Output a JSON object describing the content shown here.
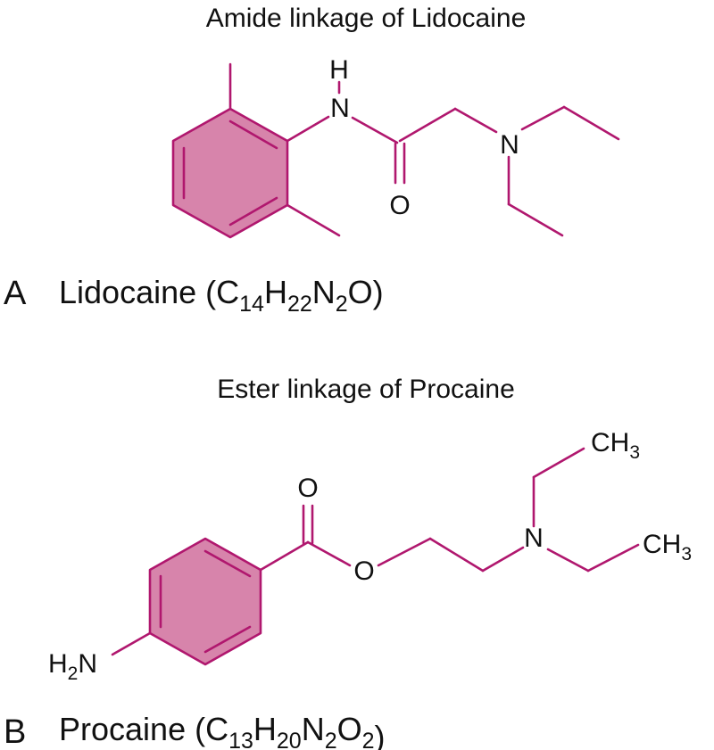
{
  "colors": {
    "bond": "#b0176e",
    "ring_fill": "#d784ab",
    "text": "#111111"
  },
  "panel_a": {
    "heading": "Amide linkage of Lidocaine",
    "letter": "A",
    "name": "Lidocaine (",
    "formula": [
      {
        "t": "C",
        "sub": false
      },
      {
        "t": "14",
        "sub": true
      },
      {
        "t": "H",
        "sub": false
      },
      {
        "t": "22",
        "sub": true
      },
      {
        "t": "N",
        "sub": false
      },
      {
        "t": "2",
        "sub": true
      },
      {
        "t": "O",
        "sub": false
      }
    ],
    "close": ")",
    "atoms": {
      "h": "H",
      "n_amide": "N",
      "o": "O",
      "n_amine": "N"
    }
  },
  "panel_b": {
    "heading": "Ester linkage of Procaine",
    "letter": "B",
    "name": "Procaine (",
    "formula": [
      {
        "t": "C",
        "sub": false
      },
      {
        "t": "13",
        "sub": true
      },
      {
        "t": "H",
        "sub": false
      },
      {
        "t": "20",
        "sub": true
      },
      {
        "t": "N",
        "sub": false
      },
      {
        "t": "2",
        "sub": true
      },
      {
        "t": "O",
        "sub": false
      },
      {
        "t": "2",
        "sub": true
      }
    ],
    "close": ")",
    "atoms": {
      "o_carbonyl": "O",
      "o_ester": "O",
      "n_amine": "N",
      "ch3_top_main": "CH",
      "ch3_top_sub": "3",
      "ch3_right_main": "CH",
      "ch3_right_sub": "3",
      "h2n_h": "H",
      "h2n_sub": "2",
      "h2n_n": "N"
    }
  }
}
